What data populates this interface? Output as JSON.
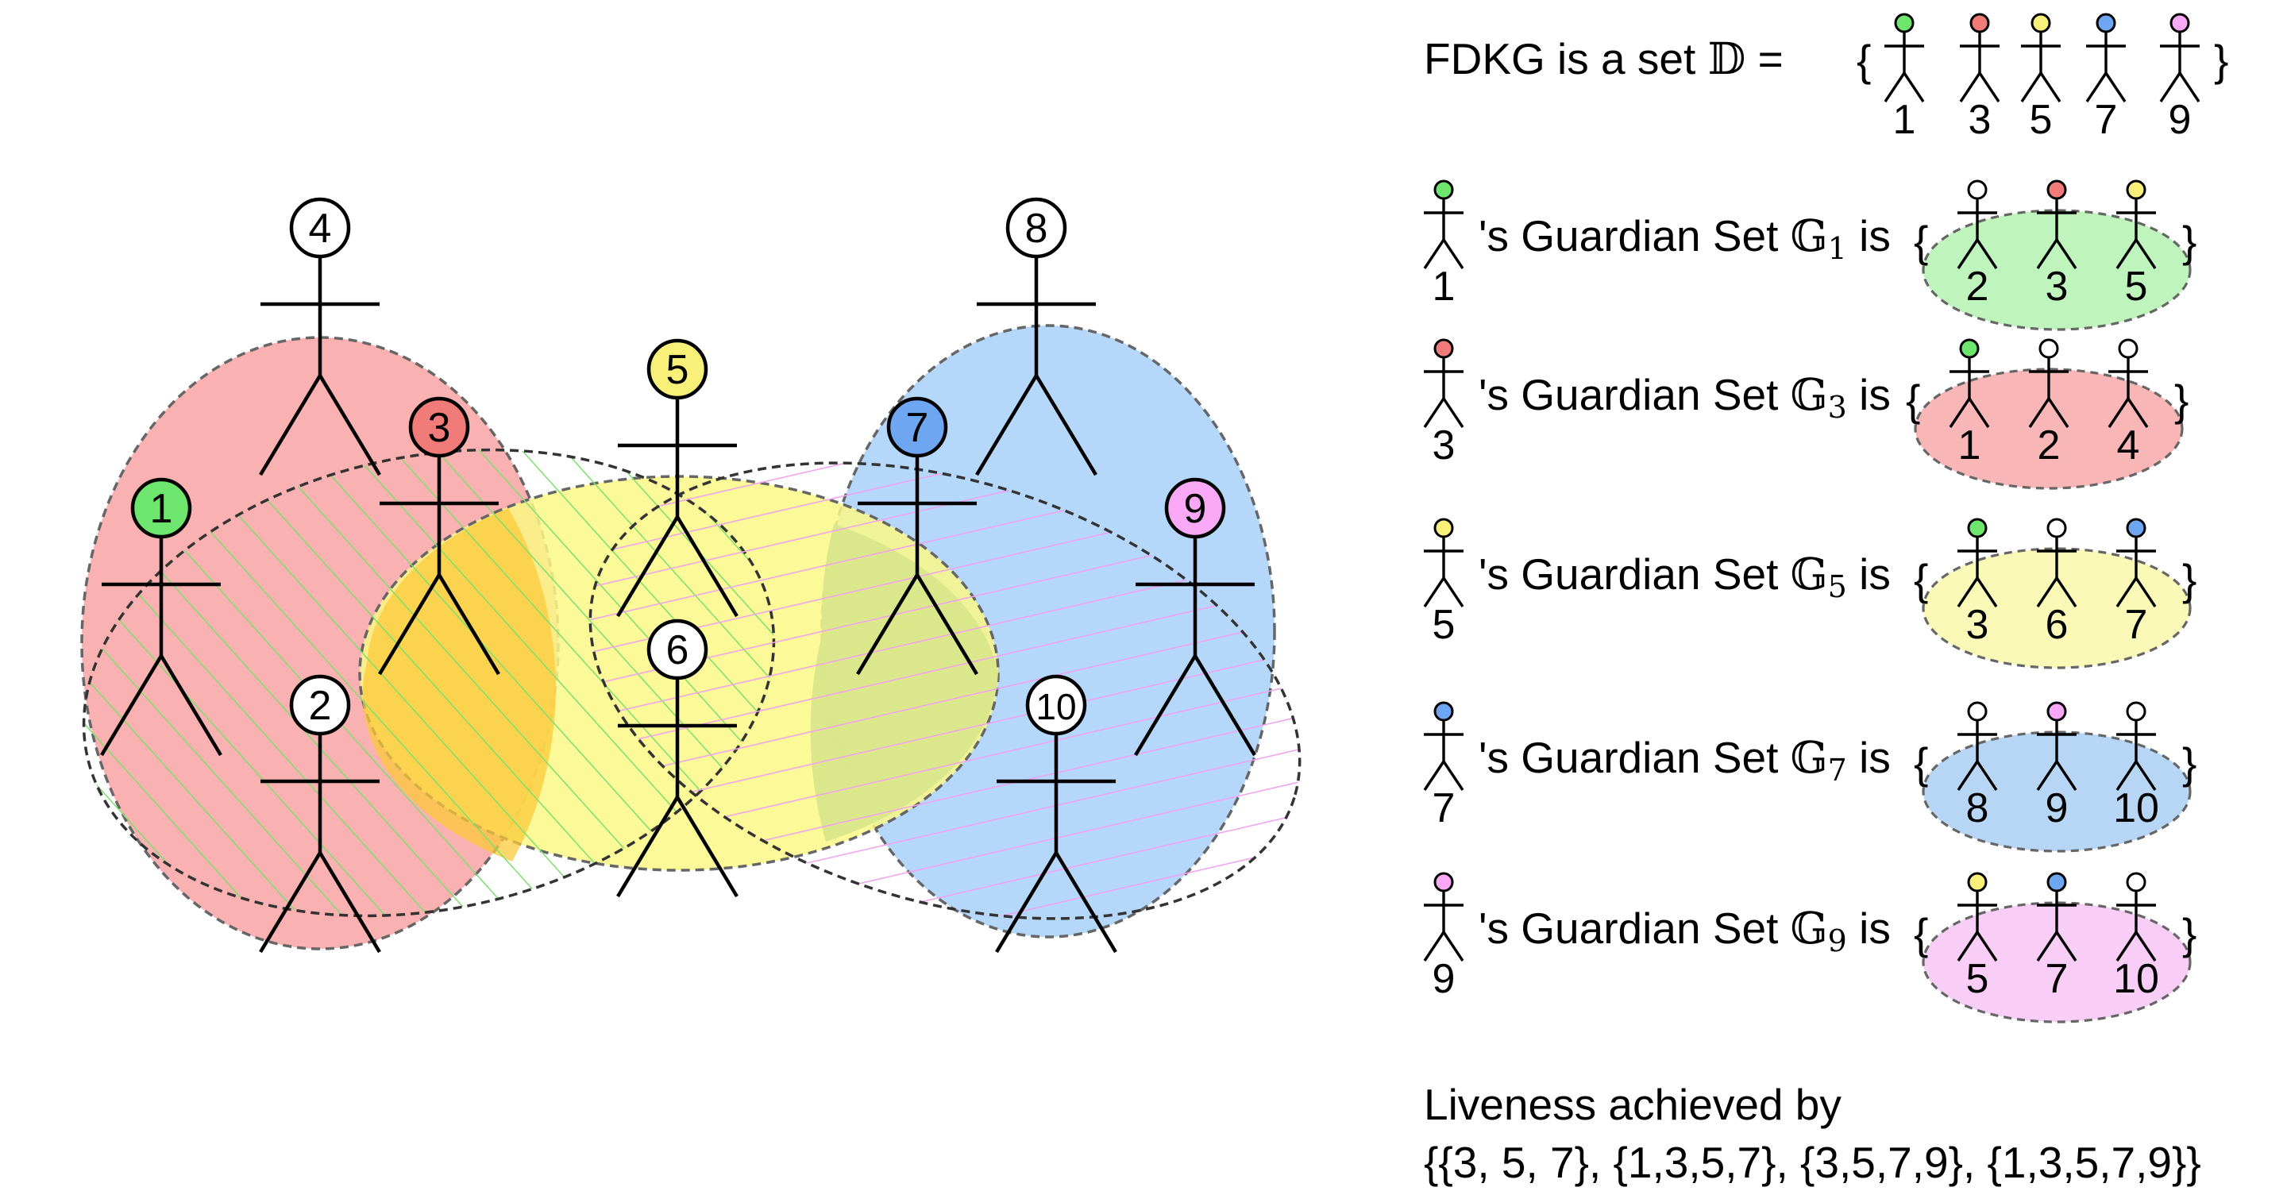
{
  "colors": {
    "green": "#6ee66e",
    "red": "#f07b78",
    "yellow": "#f8f078",
    "blue": "#6fa6f2",
    "pink": "#f8a8f4",
    "white": "#ffffff",
    "set_red": "#f9b1b1",
    "set_blue": "#b5d7fa",
    "set_yellow": "#fbf886",
    "set_orange": "#fbca3a",
    "fill_green": "#bff5bd",
    "fill_red": "#f8b6b6",
    "fill_yellow": "#fbf9b8",
    "fill_blue": "#b7d6f5",
    "fill_pink": "#f8cdf6",
    "hatch_green": "#7ddf6e",
    "hatch_pink": "#f2a0f0"
  },
  "nodes": [
    {
      "id": "1",
      "color": "green"
    },
    {
      "id": "2",
      "color": "white"
    },
    {
      "id": "3",
      "color": "red"
    },
    {
      "id": "4",
      "color": "white"
    },
    {
      "id": "5",
      "color": "yellow"
    },
    {
      "id": "6",
      "color": "white"
    },
    {
      "id": "7",
      "color": "blue"
    },
    {
      "id": "8",
      "color": "white"
    },
    {
      "id": "9",
      "color": "pink"
    },
    {
      "id": "10",
      "color": "white"
    }
  ],
  "fdkg": {
    "prefix": "FDKG is a set ",
    "symbol": "𝔻",
    "suffix": " =",
    "brace_open": "{",
    "brace_close": "}",
    "members": [
      {
        "label": "1",
        "color": "green"
      },
      {
        "label": "3",
        "color": "red"
      },
      {
        "label": "5",
        "color": "yellow"
      },
      {
        "label": "7",
        "color": "blue"
      },
      {
        "label": "9",
        "color": "pink"
      }
    ]
  },
  "guardian_sets": [
    {
      "owner": "1",
      "owner_color": "green",
      "text_before": "'s Guardian Set ",
      "symbol": "𝔾",
      "subscript": "1",
      "text_after": " is",
      "fill": "fill_green",
      "members": [
        {
          "label": "2",
          "color": "white"
        },
        {
          "label": "3",
          "color": "red"
        },
        {
          "label": "5",
          "color": "yellow"
        }
      ]
    },
    {
      "owner": "3",
      "owner_color": "red",
      "text_before": "'s Guardian Set ",
      "symbol": "𝔾",
      "subscript": "3",
      "text_after": " is",
      "fill": "fill_red",
      "members": [
        {
          "label": "1",
          "color": "green"
        },
        {
          "label": "2",
          "color": "white"
        },
        {
          "label": "4",
          "color": "white"
        }
      ]
    },
    {
      "owner": "5",
      "owner_color": "yellow",
      "text_before": "'s Guardian Set ",
      "symbol": "𝔾",
      "subscript": "5",
      "text_after": " is",
      "fill": "fill_yellow",
      "members": [
        {
          "label": "3",
          "color": "green"
        },
        {
          "label": "6",
          "color": "white"
        },
        {
          "label": "7",
          "color": "blue"
        }
      ]
    },
    {
      "owner": "7",
      "owner_color": "blue",
      "text_before": "'s Guardian Set ",
      "symbol": "𝔾",
      "subscript": "7",
      "text_after": " is",
      "fill": "fill_blue",
      "members": [
        {
          "label": "8",
          "color": "white"
        },
        {
          "label": "9",
          "color": "pink"
        },
        {
          "label": "10",
          "color": "white"
        }
      ]
    },
    {
      "owner": "9",
      "owner_color": "pink",
      "text_before": "'s Guardian Set ",
      "symbol": "𝔾",
      "subscript": "9",
      "text_after": " is",
      "fill": "fill_pink",
      "members": [
        {
          "label": "5",
          "color": "yellow"
        },
        {
          "label": "7",
          "color": "blue"
        },
        {
          "label": "10",
          "color": "white"
        }
      ]
    }
  ],
  "liveness": {
    "line1": "Liveness achieved by",
    "line2": "{{3, 5, 7}, {1,3,5,7}, {3,5,7,9}, {1,3,5,7,9}}"
  }
}
